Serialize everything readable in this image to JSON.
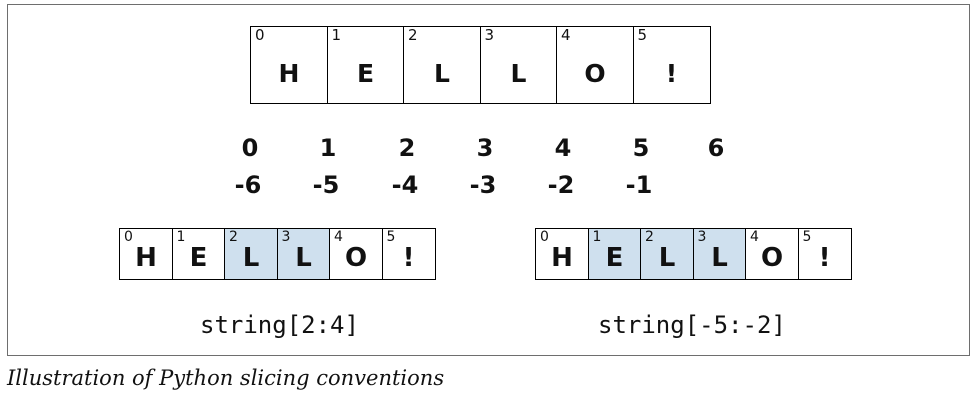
{
  "top_strip": {
    "cells": [
      {
        "index": "0",
        "char": "H"
      },
      {
        "index": "1",
        "char": "E"
      },
      {
        "index": "2",
        "char": "L"
      },
      {
        "index": "3",
        "char": "L"
      },
      {
        "index": "4",
        "char": "O"
      },
      {
        "index": "5",
        "char": "!"
      }
    ]
  },
  "positive_indices": [
    "0",
    "1",
    "2",
    "3",
    "4",
    "5",
    "6"
  ],
  "negative_indices": [
    "-6",
    "-5",
    "-4",
    "-3",
    "-2",
    "-1"
  ],
  "left_example": {
    "label": "string[2:4]",
    "cells": [
      {
        "index": "0",
        "char": "H",
        "highlighted": false
      },
      {
        "index": "1",
        "char": "E",
        "highlighted": false
      },
      {
        "index": "2",
        "char": "L",
        "highlighted": true
      },
      {
        "index": "3",
        "char": "L",
        "highlighted": true
      },
      {
        "index": "4",
        "char": "O",
        "highlighted": false
      },
      {
        "index": "5",
        "char": "!",
        "highlighted": false
      }
    ]
  },
  "right_example": {
    "label": "string[-5:-2]",
    "cells": [
      {
        "index": "0",
        "char": "H",
        "highlighted": false
      },
      {
        "index": "1",
        "char": "E",
        "highlighted": true
      },
      {
        "index": "2",
        "char": "L",
        "highlighted": true
      },
      {
        "index": "3",
        "char": "L",
        "highlighted": true
      },
      {
        "index": "4",
        "char": "O",
        "highlighted": false
      },
      {
        "index": "5",
        "char": "!",
        "highlighted": false
      }
    ]
  },
  "colors": {
    "highlight": "#cfe0ee",
    "border": "#000000",
    "frame": "#6e6e6e"
  },
  "caption": "Illustration of Python slicing conventions"
}
